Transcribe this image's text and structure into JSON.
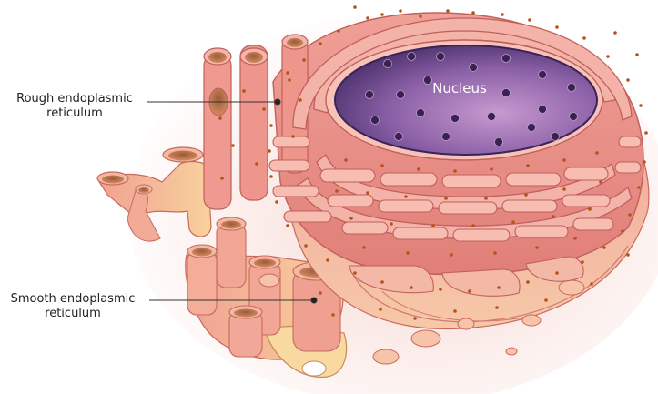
{
  "labels": {
    "nucleus": "Nucleus",
    "rough_er": [
      "Rough endoplasmic",
      "reticulum"
    ],
    "smooth_er": [
      "Smooth endoplasmic",
      "reticulum"
    ]
  },
  "colors": {
    "background": "#ffffff",
    "er_membrane": "#ec8f86",
    "er_lumen": "#f3b0a5",
    "er_outline": "#c0605a",
    "smooth_er_base": "#f6c99a",
    "nucleus_inner": "#b989c0",
    "nucleus_outer": "#5a3a78",
    "nuclear_pore": "#3a2250",
    "ribosome": "#b5521a",
    "leader_line": "#333333"
  }
}
